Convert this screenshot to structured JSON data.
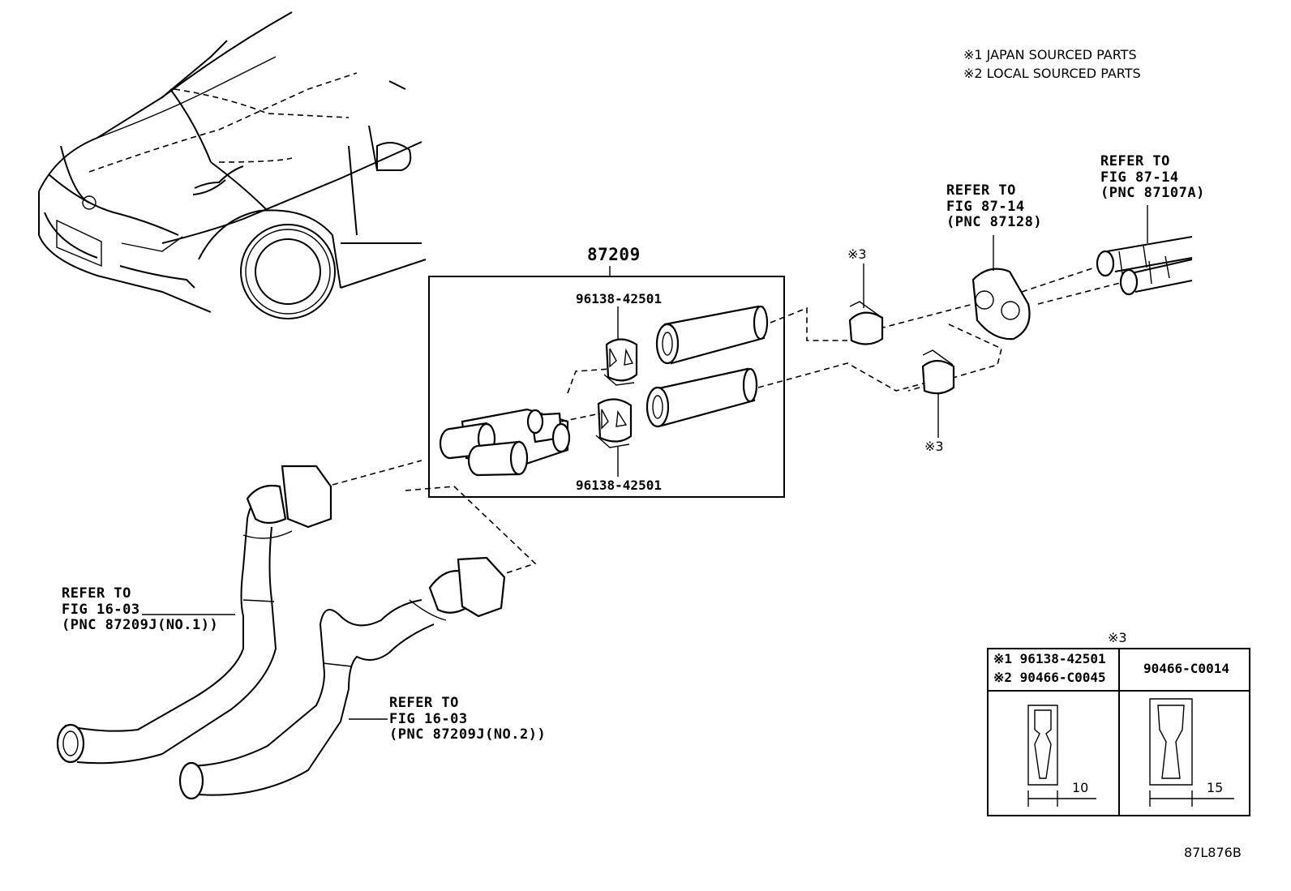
{
  "legend": {
    "line1": "※1 JAPAN SOURCED PARTS",
    "line2": "※2 LOCAL SOURCED PARTS"
  },
  "callouts": {
    "assembly": "87209",
    "clip_top": "96138-42501",
    "clip_bottom": "96138-42501",
    "note3_top": "※3",
    "note3_bottom": "※3",
    "ref_87107a": {
      "l1": "REFER TO",
      "l2": "FIG 87-14",
      "l3": "(PNC 87107A)"
    },
    "ref_87128": {
      "l1": "REFER TO",
      "l2": "FIG 87-14",
      "l3": "(PNC 87128)"
    },
    "ref_hose1": {
      "l1": "REFER TO",
      "l2": "FIG 16-03",
      "l3": "(PNC 87209J(NO.1))"
    },
    "ref_hose2": {
      "l1": "REFER TO",
      "l2": "FIG 16-03",
      "l3": "(PNC 87209J(NO.2))"
    }
  },
  "table": {
    "title": "※3",
    "left_line1": "※1 96138-42501",
    "left_line2": "※2 90466-C0045",
    "right_header": "90466-C0014",
    "left_dim": "10",
    "right_dim": "15"
  },
  "drawing_code": "87L876B"
}
